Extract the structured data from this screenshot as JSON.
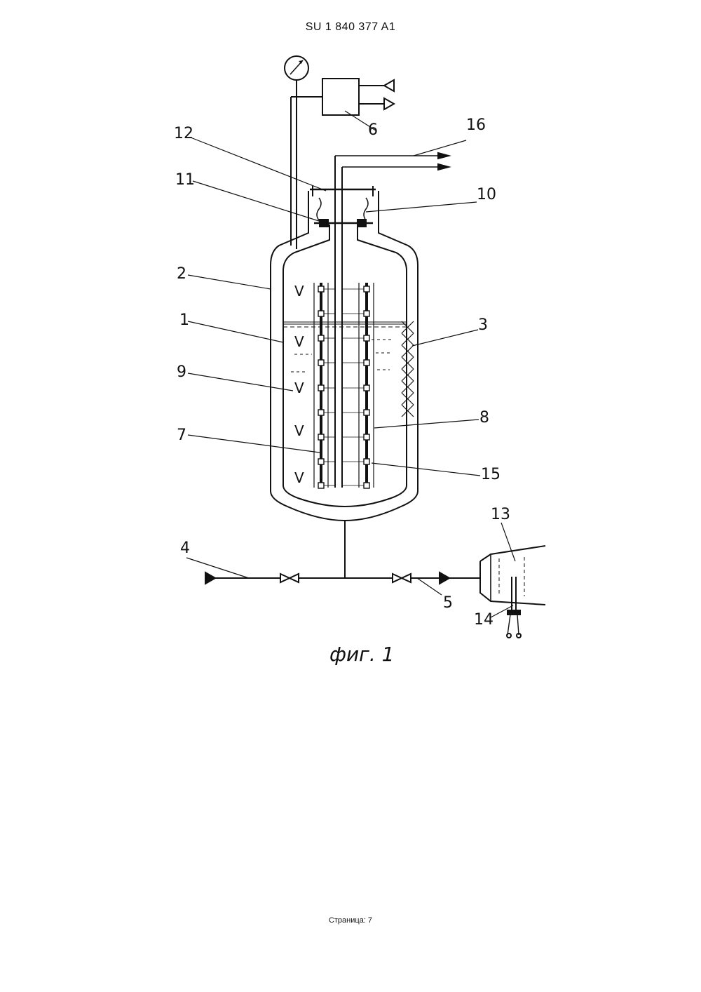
{
  "header": {
    "patent_number": "SU   1 840 377  A1"
  },
  "figure": {
    "caption": "фиг. 1",
    "labels": {
      "l1": "1",
      "l2": "2",
      "l3": "3",
      "l4": "4",
      "l5": "5",
      "l6": "6",
      "l7": "7",
      "l8": "8",
      "l9": "9",
      "l10": "10",
      "l11": "11",
      "l12": "12",
      "l13": "13",
      "l14": "14",
      "l15": "15",
      "l16": "16"
    },
    "symbols": {
      "v_mark": "V"
    }
  },
  "footer": {
    "page_label": "Страница: 7"
  }
}
